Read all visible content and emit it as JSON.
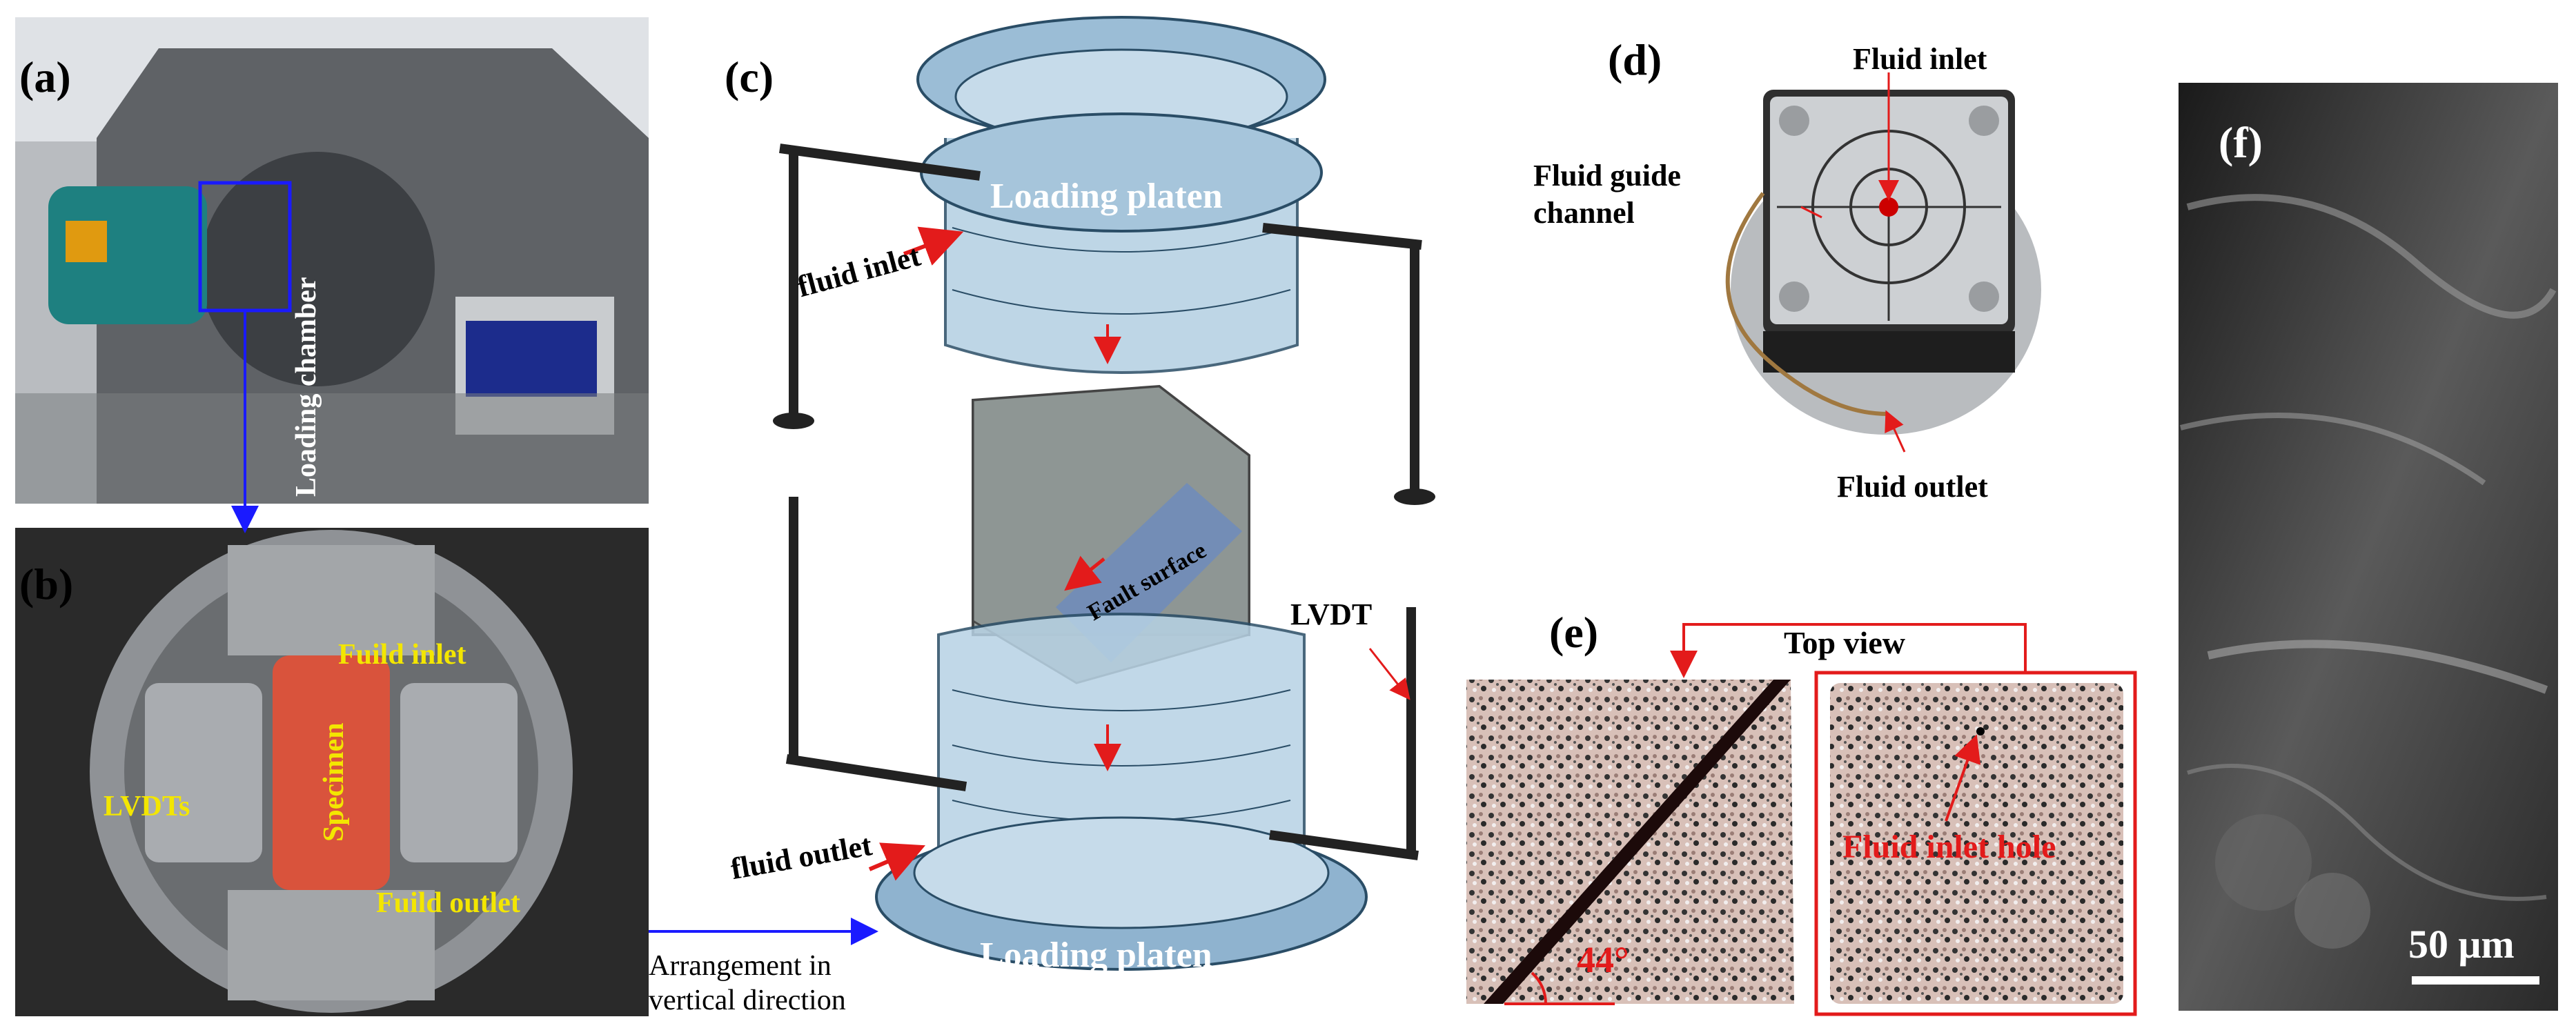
{
  "panels": {
    "a": {
      "label": "(a)",
      "loading_chamber": "Loading chamber"
    },
    "b": {
      "label": "(b)",
      "fuild_inlet": "Fuild inlet",
      "fuild_outlet": "Fuild outlet",
      "lvdts": "LVDTs",
      "specimen": "Specimen"
    },
    "arrangement": {
      "line1": "Arrangement in",
      "line2": "vertical direction"
    },
    "c": {
      "label": "(c)",
      "loading_platen_top": "Loading platen",
      "loading_platen_bottom": "Loading platen",
      "fluid_inlet": "fluid inlet",
      "fluid_outlet": "fluid outlet",
      "fault_surface": "Fault surface",
      "lvdt": "LVDT"
    },
    "d": {
      "label": "(d)",
      "fluid_inlet": "Fluid inlet",
      "guide_line1": "Fluid guide",
      "guide_line2": "channel",
      "fluid_outlet": "Fluid outlet"
    },
    "e": {
      "label": "(e)",
      "top_view": "Top view",
      "inlet_hole": "Fluid inlet hole",
      "angle": "44°"
    },
    "f": {
      "label": "(f)",
      "scale": "50 μm"
    }
  },
  "colors": {
    "accent_red": "#e31b1b",
    "annot_yellow": "#f3e600",
    "arrow_blue": "#1a1aff",
    "platen_blue": "#7fa8c9"
  }
}
